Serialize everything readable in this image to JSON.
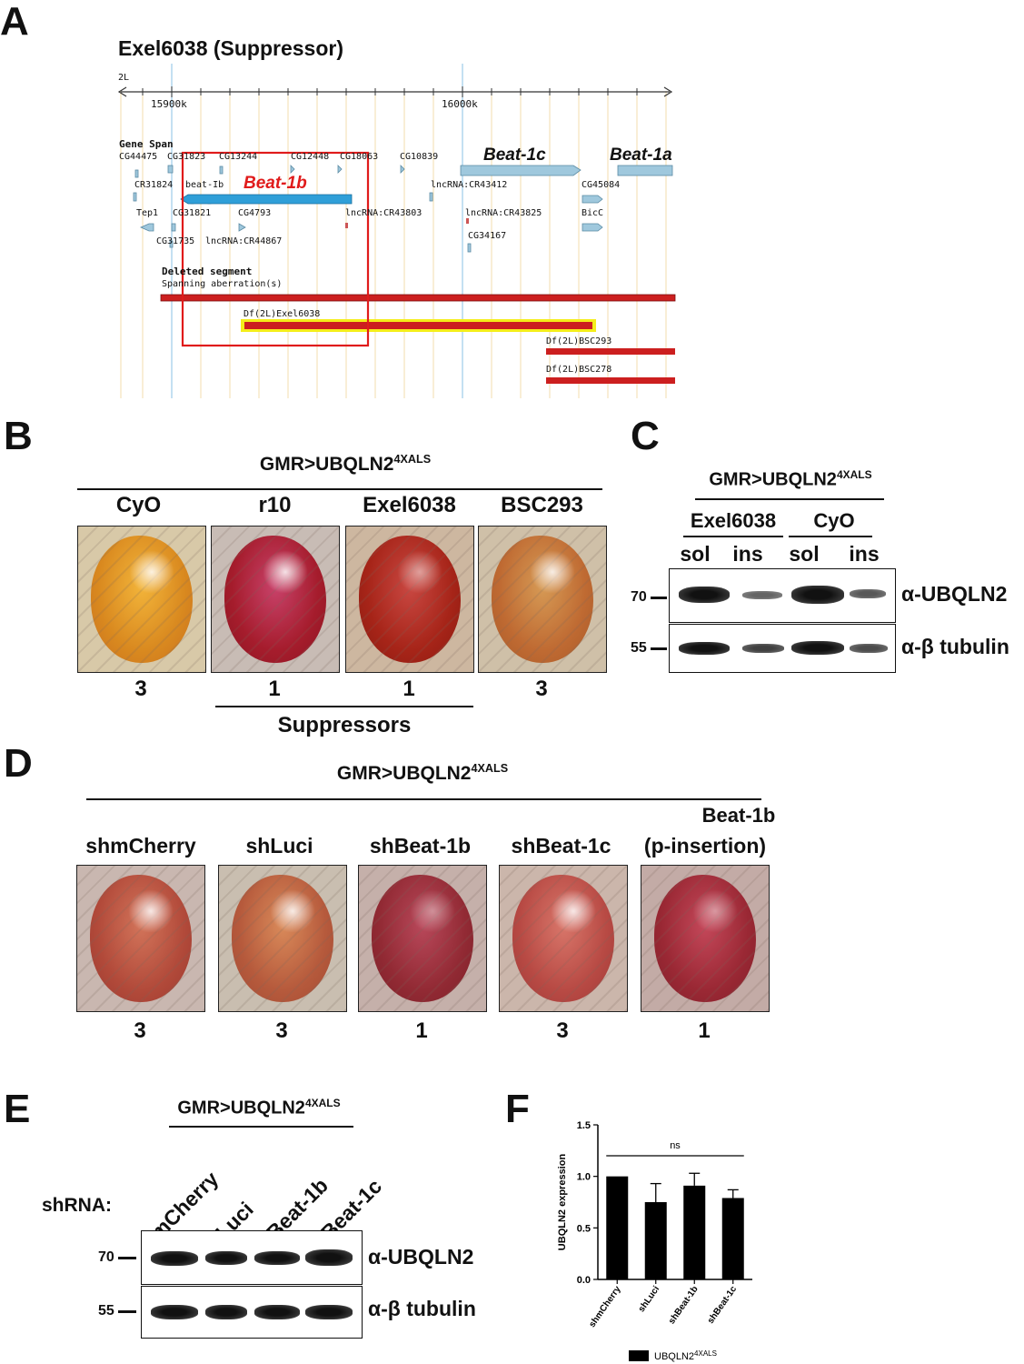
{
  "panels": {
    "a": "A",
    "b": "B",
    "c": "C",
    "d": "D",
    "e": "E",
    "f": "F"
  },
  "panelA": {
    "title": "Exel6038 (Suppressor)",
    "chrom": "2L",
    "tick1": "15900k",
    "tick2": "16000k",
    "gene_span": "Gene Span",
    "genes": {
      "cg44475": "CG44475",
      "cg31823": "CG31823",
      "cg13244": "CG13244",
      "cg12448": "CG12448",
      "cg18063": "CG18063",
      "cg10839": "CG10839",
      "cr31824": "CR31824",
      "beat_ib": "beat-Ib",
      "beat1b": "Beat-1b",
      "lnc43412": "lncRNA:CR43412",
      "cg45084": "CG45084",
      "tep1": "Tep1",
      "cg31821": "CG31821",
      "cg4793": "CG4793",
      "lnc43803": "lncRNA:CR43803",
      "lnc43825": "lncRNA:CR43825",
      "bicc": "BicC",
      "cg31735": "CG31735",
      "lnc44867": "lncRNA:CR44867",
      "cg34167": "CG34167",
      "beat1c": "Beat-1c",
      "beat1a": "Beat-1a"
    },
    "deleted_segment": "Deleted segment",
    "spanning": "Spanning aberration(s)",
    "df6038": "Df(2L)Exel6038",
    "dfbsc293": "Df(2L)BSC293",
    "dfbsc278": "Df(2L)BSC278",
    "colors": {
      "gene": "#9fc8dd",
      "highlight": "#2f9fd8",
      "deletion": "#cc1f1f",
      "yellow": "#f4ee1a",
      "box": "#e01b1b"
    }
  },
  "panelB": {
    "genotype": "GMR>UBQLN2",
    "sup": "4XALS",
    "labels": [
      "CyO",
      "r10",
      "Exel6038",
      "BSC293"
    ],
    "scores": [
      "3",
      "1",
      "1",
      "3"
    ],
    "suppressors": "Suppressors"
  },
  "panelC": {
    "genotype": "GMR>UBQLN2",
    "sup": "4XALS",
    "groups": [
      "Exel6038",
      "CyO"
    ],
    "fractions": [
      "sol",
      "ins",
      "sol",
      "ins"
    ],
    "mw1": "70",
    "mw2": "55",
    "ab1": "α-UBQLN2",
    "ab2": "α-β tubulin"
  },
  "panelD": {
    "genotype": "GMR>UBQLN2",
    "sup": "4XALS",
    "labels": [
      "shmCherry",
      "shLuci",
      "shBeat-1b",
      "shBeat-1c"
    ],
    "label5a": "Beat-1b",
    "label5b": "(p-insertion)",
    "scores": [
      "3",
      "3",
      "1",
      "3",
      "1"
    ]
  },
  "panelE": {
    "genotype": "GMR>UBQLN2",
    "sup": "4XALS",
    "shrna": "shRNA:",
    "lanes": [
      "mCherry",
      "Luci",
      "Beat-1b",
      "Beat-1c"
    ],
    "mw1": "70",
    "mw2": "55",
    "ab1": "α-UBQLN2",
    "ab2": "α-β tubulin"
  },
  "chart_data": {
    "type": "bar",
    "categories": [
      "shmCherry",
      "shLuci",
      "shBeat-1b",
      "shBeat-1c"
    ],
    "series": [
      {
        "name": "UBQLN2",
        "values": [
          1.0,
          0.75,
          0.91,
          0.79
        ],
        "errors": [
          0,
          0.18,
          0.12,
          0.08
        ]
      }
    ],
    "legend_sup": "4XALS",
    "ylabel": "UBQLN2 expression",
    "ylim": [
      0,
      1.5
    ],
    "yticks": [
      "0.0",
      "0.5",
      "1.0",
      "1.5"
    ],
    "annotation": "ns",
    "legend_position": "bottom",
    "bar_color": "#000000"
  }
}
